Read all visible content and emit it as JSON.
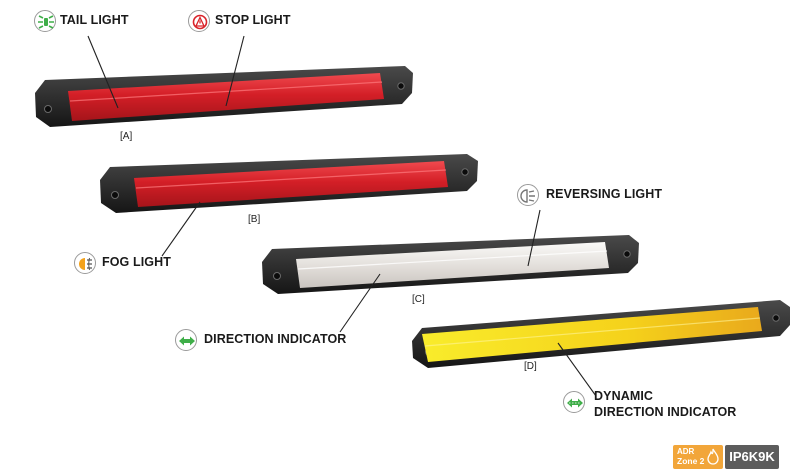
{
  "labels": {
    "tail_light": "TAIL LIGHT",
    "stop_light": "STOP LIGHT",
    "fog_light": "FOG LIGHT",
    "reversing_light": "REVERSING LIGHT",
    "direction_indicator": "DIRECTION INDICATOR",
    "dynamic_line1": "DYNAMIC",
    "dynamic_line2": "DIRECTION INDICATOR"
  },
  "variants": {
    "a": "[A]",
    "b": "[B]",
    "c": "[C]",
    "d": "[D]"
  },
  "badges": {
    "adr_line1": "ADR",
    "adr_line2": "Zone 2",
    "ip_rating": "IP6K9K"
  },
  "icons": {
    "tail": "tail-light-icon",
    "stop": "stop-light-icon",
    "fog": "fog-light-icon",
    "reversing": "reversing-light-icon",
    "indicator": "direction-indicator-icon",
    "dynamic": "dynamic-indicator-icon"
  },
  "colors": {
    "red_lens": "#d9232a",
    "clear_lens": "#e9e6e2",
    "amber_lens": "#f7dd1a",
    "housing": "#2a2a2a",
    "icon_green": "#3fae49",
    "icon_red": "#d9232a",
    "icon_amber": "#f3a21c",
    "badge_adr": "#f2a63a",
    "badge_ip": "#5c5c5c"
  }
}
